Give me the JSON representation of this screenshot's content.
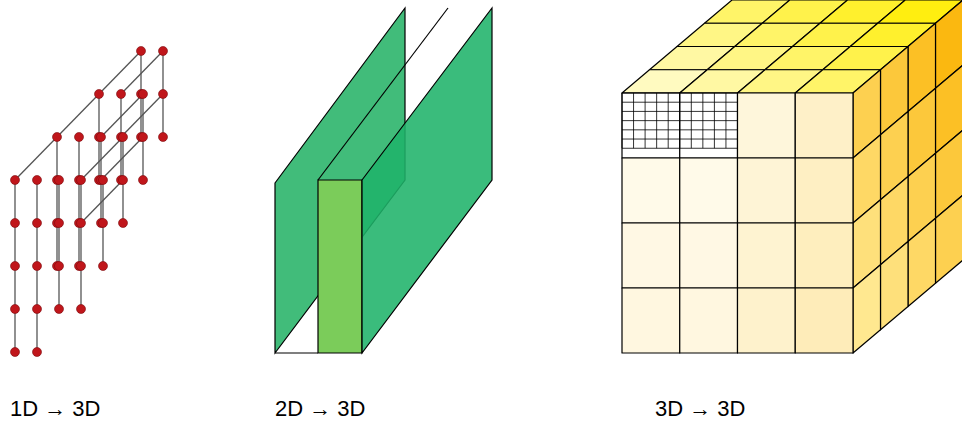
{
  "diagram": {
    "labels": [
      "1D → 3D",
      "2D → 3D",
      "3D → 3D"
    ]
  }
}
